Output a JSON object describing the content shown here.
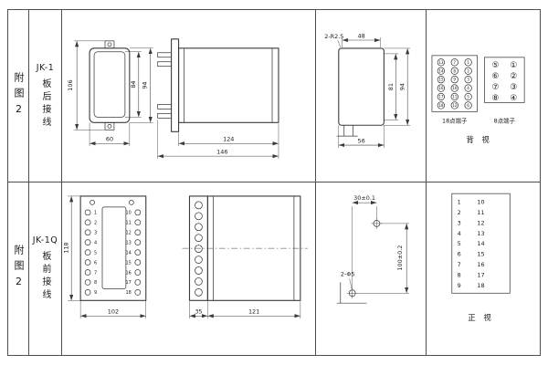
{
  "sheet": {
    "rows": [
      {
        "fig_label": "附图2",
        "model": "JK-1",
        "wiring": "板后接线",
        "front": {
          "h_total": "106",
          "h_window": "84",
          "h_case": "94",
          "w": "60"
        },
        "side": {
          "d_body": "124",
          "d_total": "146"
        },
        "rear": {
          "note": "2-R2.5",
          "w_top": "48",
          "h_inner": "81",
          "h_case": "94",
          "w_bottom": "56"
        },
        "term18": {
          "label": "18点端子",
          "rows": [
            [
              "13",
              "7",
              "1"
            ],
            [
              "14",
              "8",
              "2"
            ],
            [
              "15",
              "9",
              "3"
            ],
            [
              "16",
              "10",
              "4"
            ],
            [
              "17",
              "11",
              "5"
            ],
            [
              "18",
              "12",
              "6"
            ]
          ]
        },
        "term8": {
          "label": "8点端子",
          "rows": [
            [
              "⑤",
              "①"
            ],
            [
              "⑥",
              "②"
            ],
            [
              "⑦",
              "③"
            ],
            [
              "⑧",
              "④"
            ]
          ]
        },
        "view_label": "背 视"
      },
      {
        "fig_label": "附图2",
        "model": "JK-1Q",
        "wiring": "板前接线",
        "front": {
          "h": "118",
          "w": "102",
          "left": [
            "1",
            "2",
            "3",
            "4",
            "5",
            "6",
            "7",
            "8",
            "9"
          ],
          "right": [
            "10",
            "11",
            "12",
            "13",
            "14",
            "15",
            "16",
            "17",
            "18"
          ]
        },
        "side": {
          "d_front": "35",
          "d_body": "121"
        },
        "cutout": {
          "w_holes": "30±0.1",
          "h_holes": "100±0.2",
          "note": "2-Φ5"
        },
        "table": {
          "rows": [
            [
              "1",
              "10"
            ],
            [
              "2",
              "11"
            ],
            [
              "3",
              "12"
            ],
            [
              "4",
              "13"
            ],
            [
              "5",
              "14"
            ],
            [
              "6",
              "15"
            ],
            [
              "7",
              "16"
            ],
            [
              "8",
              "17"
            ],
            [
              "9",
              "18"
            ]
          ]
        },
        "view_label": "正 视"
      }
    ]
  }
}
